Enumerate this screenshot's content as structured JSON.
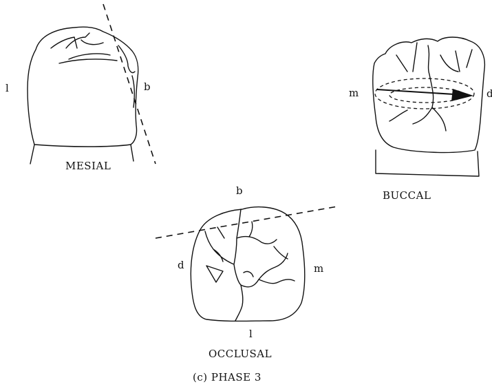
{
  "views": {
    "mesial": {
      "caption": "MESIAL",
      "left_label": "l",
      "right_label": "b"
    },
    "buccal": {
      "caption": "BUCCAL",
      "left_label": "m",
      "right_label": "d"
    },
    "occlusal": {
      "caption": "OCCLUSAL",
      "top_label": "b",
      "left_label": "d",
      "right_label": "m",
      "bottom_label": "l"
    }
  },
  "figure_caption": "(c) PHASE 3"
}
